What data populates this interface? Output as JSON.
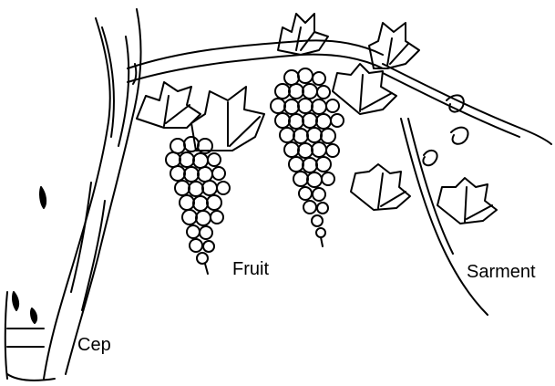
{
  "labels": {
    "fruit": "Fruit",
    "sarment": "Sarment",
    "cep": "Cep"
  },
  "colors": {
    "ink": "#000000",
    "background": "#ffffff"
  }
}
